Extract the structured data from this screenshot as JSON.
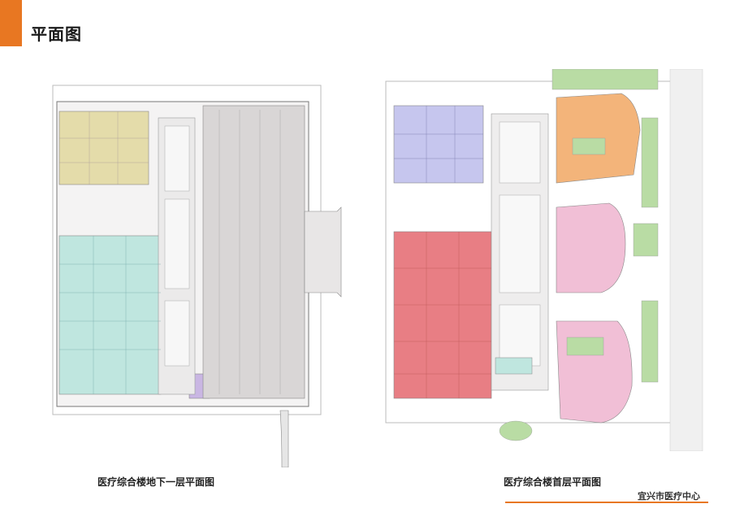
{
  "page": {
    "title": "平面图",
    "accent_color": "#e87722",
    "footer_line_color": "#e87722"
  },
  "plans": [
    {
      "caption": "医疗综合楼地下一层平面图"
    },
    {
      "caption": "医疗综合楼首层平面图"
    }
  ],
  "footer": {
    "text": "宜兴市医疗中心"
  },
  "colors": {
    "yellow_zone": "#e4dcaa",
    "cyan_zone": "#bfe6df",
    "purple_zone": "#c9b6e3",
    "lavender_zone": "#c6c6ee",
    "red_zone": "#e87e84",
    "orange_zone": "#f3b47a",
    "pink_zone": "#f1bfd6",
    "green_zone": "#b9dca4",
    "parking_grey": "#d9d6d6"
  }
}
